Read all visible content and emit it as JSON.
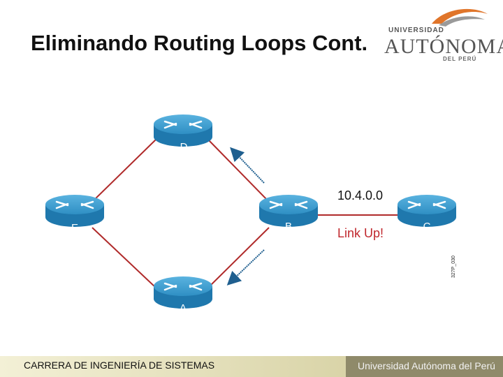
{
  "slide": {
    "title": "Eliminando Routing Loops Cont.",
    "footer_left": "CARRERA DE INGENIERÍA DE SISTEMAS",
    "footer_right": "Universidad Autónoma del Perú"
  },
  "logo": {
    "line1": "UNIVERSIDAD",
    "line2": "AUTÓNOMA",
    "line3": "DEL PERÚ"
  },
  "diagram": {
    "routers": [
      {
        "id": "D",
        "label": "D"
      },
      {
        "id": "E",
        "label": "E"
      },
      {
        "id": "B",
        "label": "B"
      },
      {
        "id": "C",
        "label": "C"
      },
      {
        "id": "A",
        "label": "A"
      }
    ],
    "network_label": "10.4.0.0",
    "status_label": "Link Up!",
    "figure_id": "327P_030"
  },
  "colors": {
    "router_body": "#2f8fc4",
    "link_color": "#b02a2a",
    "arrow_color": "#1f5f8f",
    "status_color": "#c0272d"
  }
}
